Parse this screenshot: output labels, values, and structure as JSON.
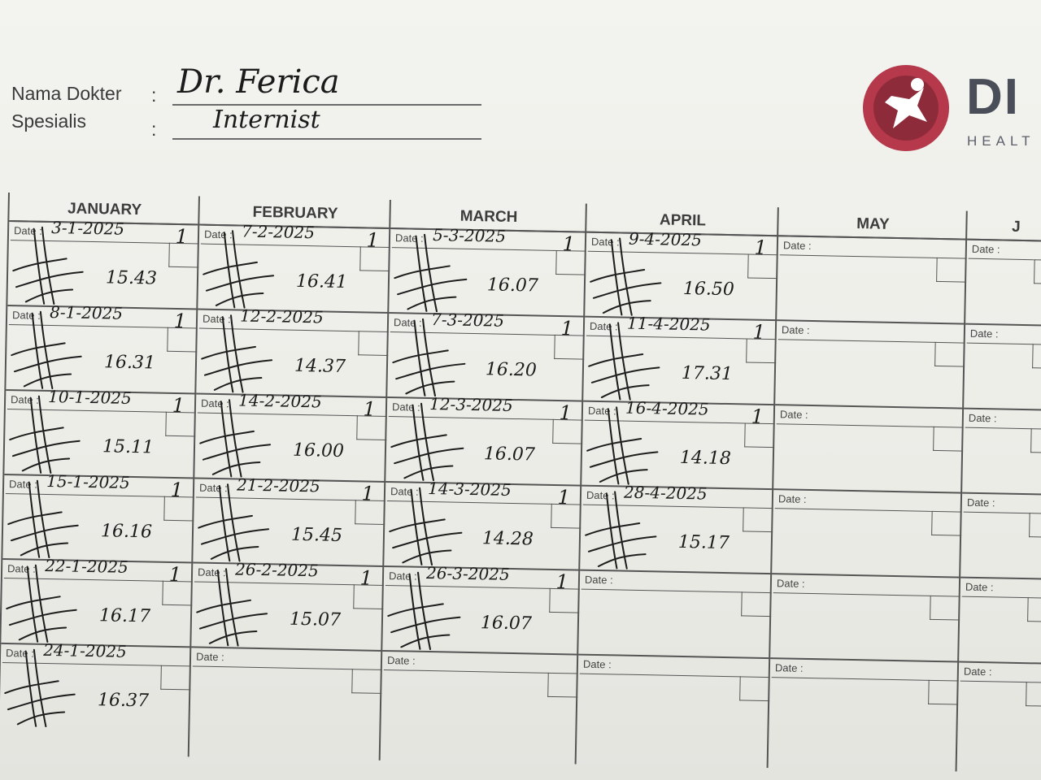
{
  "header": {
    "doctor_label": "Nama Dokter",
    "doctor_value": "Dr. Ferica",
    "specialist_label": "Spesialis",
    "specialist_value": "Internist",
    "colon": ":"
  },
  "logo": {
    "icon": "star-person-logo-icon",
    "word": "DI",
    "sub": "HEALT",
    "colors": {
      "ring": "#b5384b",
      "star": "#ffffff",
      "text": "#4a4e59"
    }
  },
  "date_label": "Date :",
  "months": [
    {
      "name": "JANUARY",
      "entries": [
        {
          "date": "3-1-2025",
          "init": "1",
          "time": "15.43",
          "signed": true
        },
        {
          "date": "8-1-2025",
          "init": "1",
          "time": "16.31",
          "signed": true
        },
        {
          "date": "10-1-2025",
          "init": "1",
          "time": "15.11",
          "signed": true
        },
        {
          "date": "15-1-2025",
          "init": "1",
          "time": "16.16",
          "signed": true
        },
        {
          "date": "22-1-2025",
          "init": "1",
          "time": "16.17",
          "signed": true
        },
        {
          "date": "24-1-2025",
          "init": "",
          "time": "16.37",
          "signed": true
        }
      ]
    },
    {
      "name": "FEBRUARY",
      "entries": [
        {
          "date": "7-2-2025",
          "init": "1",
          "time": "16.41",
          "signed": true
        },
        {
          "date": "12-2-2025",
          "init": "",
          "time": "14.37",
          "signed": true
        },
        {
          "date": "14-2-2025",
          "init": "1",
          "time": "16.00",
          "signed": true
        },
        {
          "date": "21-2-2025",
          "init": "1",
          "time": "15.45",
          "signed": true
        },
        {
          "date": "26-2-2025",
          "init": "1",
          "time": "15.07",
          "signed": true
        },
        {
          "date": "",
          "init": "",
          "time": "",
          "signed": false
        }
      ]
    },
    {
      "name": "MARCH",
      "entries": [
        {
          "date": "5-3-2025",
          "init": "1",
          "time": "16.07",
          "signed": true
        },
        {
          "date": "7-3-2025",
          "init": "1",
          "time": "16.20",
          "signed": true
        },
        {
          "date": "12-3-2025",
          "init": "1",
          "time": "16.07",
          "signed": true
        },
        {
          "date": "14-3-2025",
          "init": "1",
          "time": "14.28",
          "signed": true
        },
        {
          "date": "26-3-2025",
          "init": "1",
          "time": "16.07",
          "signed": true
        },
        {
          "date": "",
          "init": "",
          "time": "",
          "signed": false
        }
      ]
    },
    {
      "name": "APRIL",
      "entries": [
        {
          "date": "9-4-2025",
          "init": "1",
          "time": "16.50",
          "signed": true
        },
        {
          "date": "11-4-2025",
          "init": "1",
          "time": "17.31",
          "signed": true
        },
        {
          "date": "16-4-2025",
          "init": "1",
          "time": "14.18",
          "signed": true
        },
        {
          "date": "28-4-2025",
          "init": "",
          "time": "15.17",
          "signed": true
        },
        {
          "date": "",
          "init": "",
          "time": "",
          "signed": false
        },
        {
          "date": "",
          "init": "",
          "time": "",
          "signed": false
        }
      ]
    },
    {
      "name": "MAY",
      "entries": [
        {
          "date": "",
          "init": "",
          "time": "",
          "signed": false
        },
        {
          "date": "",
          "init": "",
          "time": "",
          "signed": false
        },
        {
          "date": "",
          "init": "",
          "time": "",
          "signed": false
        },
        {
          "date": "",
          "init": "",
          "time": "",
          "signed": false
        },
        {
          "date": "",
          "init": "",
          "time": "",
          "signed": false
        },
        {
          "date": "",
          "init": "",
          "time": "",
          "signed": false
        }
      ]
    },
    {
      "name": "J",
      "entries": [
        {
          "date": "",
          "init": "",
          "time": "",
          "signed": false
        },
        {
          "date": "",
          "init": "",
          "time": "",
          "signed": false
        },
        {
          "date": "",
          "init": "",
          "time": "",
          "signed": false
        },
        {
          "date": "",
          "init": "",
          "time": "",
          "signed": false
        },
        {
          "date": "",
          "init": "",
          "time": "",
          "signed": false
        },
        {
          "date": "",
          "init": "",
          "time": "",
          "signed": false
        }
      ]
    }
  ]
}
